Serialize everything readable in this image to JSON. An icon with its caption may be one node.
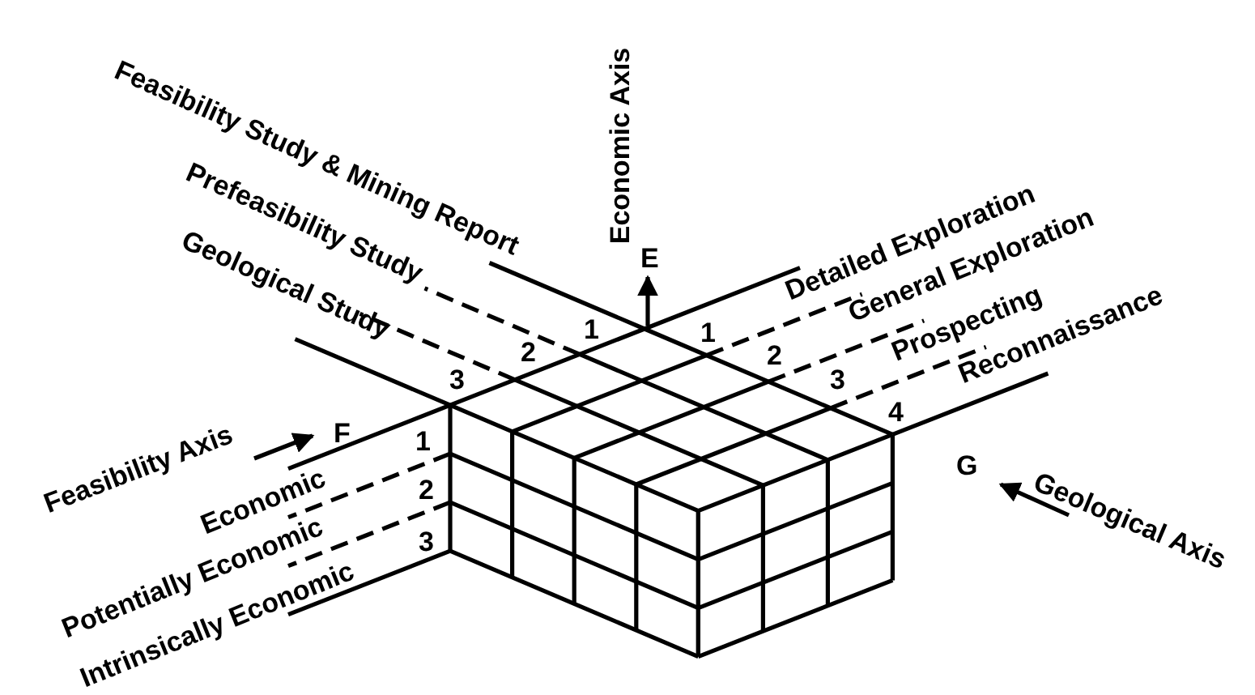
{
  "diagram": {
    "labels": [
      "Economic Axis",
      "E",
      "Feasibility Study & Mining Report",
      "Prefeasibility Study",
      "Geological Study",
      "1",
      "2",
      "3",
      "Detailed Exploration",
      "General Exploration",
      "Prospecting",
      "Reconnaissance",
      "1",
      "2",
      "3",
      "4",
      "G",
      "Geological Axis",
      "F",
      "Feasibility Axis",
      "1",
      "2",
      "3",
      "Economic",
      "Potentially Economic",
      "Intrinsically Economic"
    ]
  }
}
